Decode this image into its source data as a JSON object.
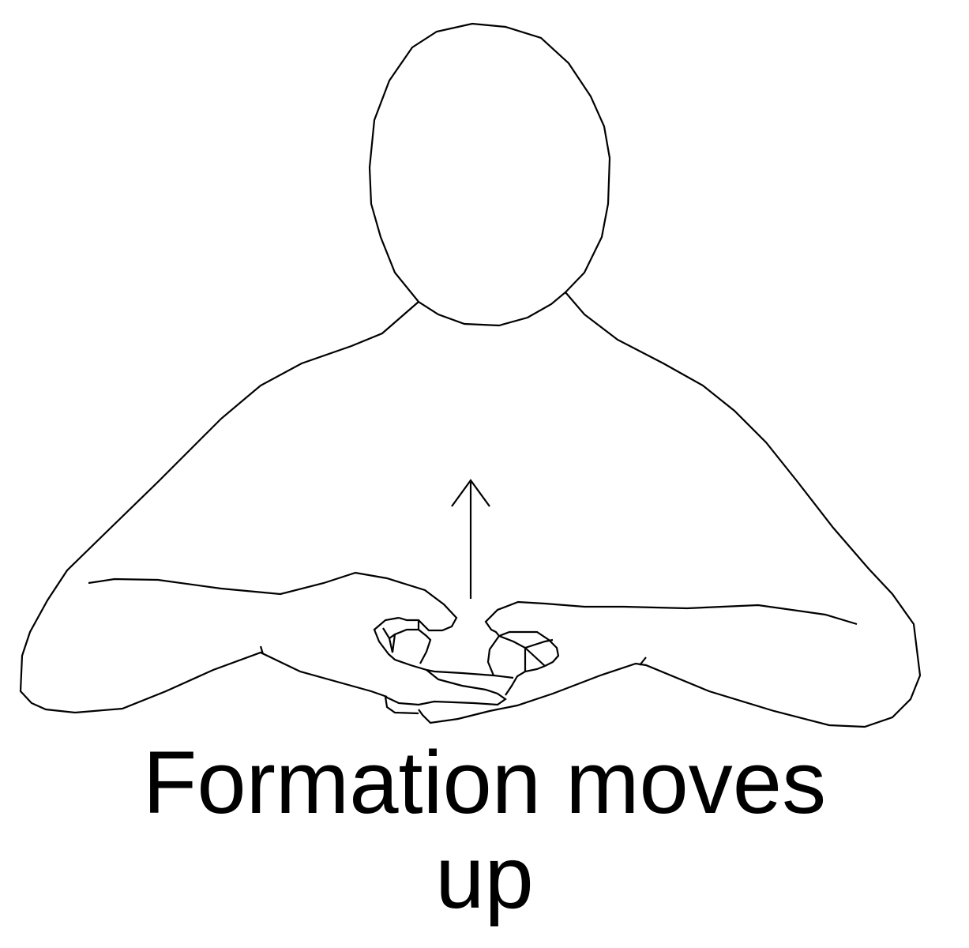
{
  "caption": {
    "line1": "Formation moves",
    "line2": "up"
  },
  "colors": {
    "background": "#ffffff",
    "stroke": "#000000"
  },
  "illustration": {
    "subject": "signer-upper-body",
    "movement_direction": "up"
  }
}
